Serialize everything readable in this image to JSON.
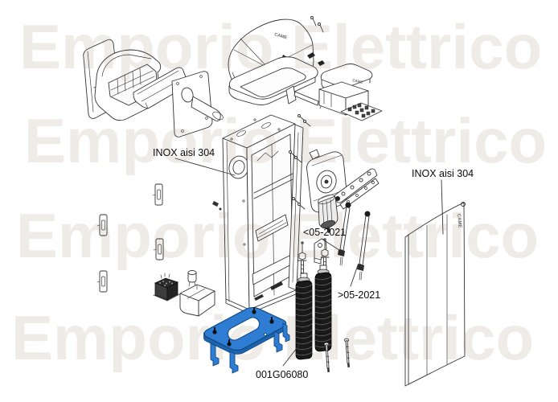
{
  "product_diagram": {
    "brand_logo": "CAME",
    "labels": {
      "material_left": "INOX aisi 304",
      "material_right": "INOX aisi 304",
      "variant_before": "<05-2021",
      "variant_after": ">05-2021",
      "part_code": "001G06080"
    },
    "highlight_color": "#2e7dd2"
  },
  "watermark": {
    "text": "Emporio Elettrico",
    "color": "#efece8"
  }
}
